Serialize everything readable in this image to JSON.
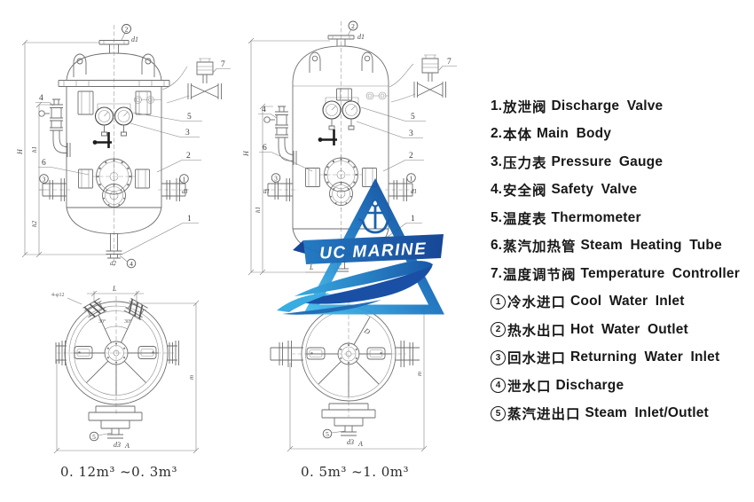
{
  "legend": {
    "numbered_items": [
      {
        "prefix": "1.",
        "cn": "放泄阀",
        "en": "Discharge Valve"
      },
      {
        "prefix": "2.",
        "cn": "本体",
        "en": "Main Body"
      },
      {
        "prefix": "3.",
        "cn": "压力表",
        "en": "Pressure Gauge"
      },
      {
        "prefix": "4.",
        "cn": "安全阀",
        "en": "Safety Valve"
      },
      {
        "prefix": "5.",
        "cn": "温度表",
        "en": "Thermometer"
      },
      {
        "prefix": "6.",
        "cn": "蒸汽加热管",
        "en": "Steam Heating Tube"
      },
      {
        "prefix": "7.",
        "cn": "温度调节阀",
        "en": "Temperature Controller"
      }
    ],
    "circled_items": [
      {
        "digit": "1",
        "cn": "冷水进口",
        "en": "Cool Water Inlet"
      },
      {
        "digit": "2",
        "cn": "热水出口",
        "en": "Hot Water Outlet"
      },
      {
        "digit": "3",
        "cn": "回水进口",
        "en": "Returning Water Inlet"
      },
      {
        "digit": "4",
        "cn": "泄水口",
        "en": "Discharge"
      },
      {
        "digit": "5",
        "cn": "蒸汽进出口",
        "en": "Steam Inlet/Outlet"
      }
    ]
  },
  "captions": {
    "small_vessel": "0. 12m³ ~0. 3m³",
    "large_vessel": "0. 5m³ ~1. 0m³"
  },
  "watermark": {
    "name": "UC MARINE"
  },
  "annotations": {
    "v1": {
      "circ_top": "2",
      "circ_left": "3",
      "circ_right": "1",
      "circ_drain": "4",
      "d1": "d1",
      "d2": "d2",
      "n1": "1",
      "n2": "2",
      "n3": "3",
      "n4": "4",
      "n5": "5",
      "n6": "6",
      "n7": "7",
      "H": "H",
      "h1": "h1",
      "h2": "h2"
    },
    "v2": {
      "circ_top": "2",
      "circ_left": "3",
      "circ_right": "1",
      "d1": "d1",
      "n1": "1",
      "n2": "2",
      "n3": "3",
      "n4": "4",
      "n5": "5",
      "n6": "6",
      "n7": "7",
      "H": "H",
      "h1": "h1",
      "L": "L"
    },
    "p1": {
      "L": "L",
      "bolts": "4-φ12",
      "a1": "30°",
      "a2": "30°",
      "circ": "5",
      "d3": "d3",
      "m": "m",
      "A": "A"
    },
    "p2": {
      "D": "D",
      "circ": "5",
      "d3": "d3",
      "m": "m",
      "A": "A"
    }
  }
}
